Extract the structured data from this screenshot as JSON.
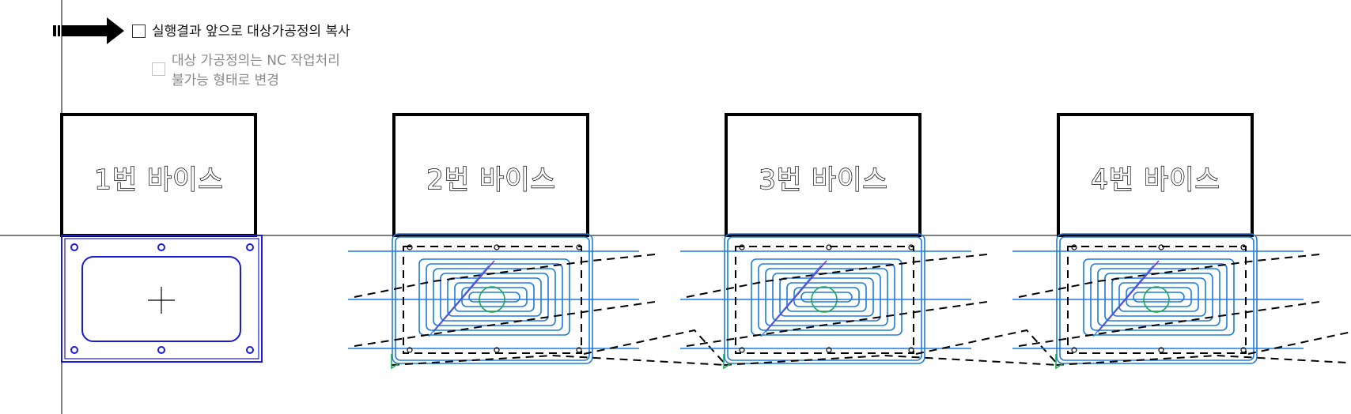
{
  "options": {
    "copy_before_result": {
      "label": "실행결과 앞으로 대상가공정의 복사",
      "checked": false,
      "enabled": true
    },
    "nc_lock": {
      "label_line1": "대상 가공정의는 NC 작업처리",
      "label_line2": "불가능 형태로 변경",
      "checked": false,
      "enabled": false
    }
  },
  "vises": [
    {
      "label": "1번  바이스"
    },
    {
      "label": "2번  바이스"
    },
    {
      "label": "3번  바이스"
    },
    {
      "label": "4번  바이스"
    }
  ],
  "colors": {
    "selected_part": "#1a1adb",
    "toolpath": "#1e7be0",
    "rapid": "#000000",
    "tool_circle": "#17a84a",
    "entry_line": "#7a2fd6"
  },
  "icons": {
    "arrow": "arrow-right-icon",
    "origin": "crosshair-icon"
  }
}
